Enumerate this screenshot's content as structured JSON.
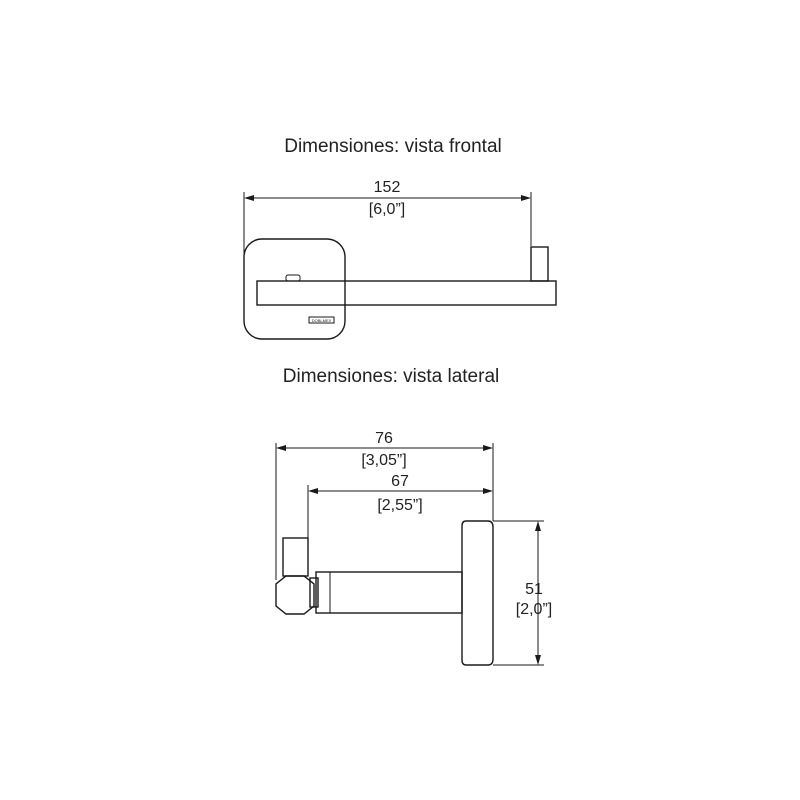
{
  "front_view": {
    "title": "Dimensiones: vista frontal",
    "width_mm": "152",
    "width_in": "[6,0”]",
    "logo_text": "DOBLMEX"
  },
  "side_view": {
    "title": "Dimensiones: vista lateral",
    "depth_mm": "76",
    "depth_in": "[3,05”]",
    "arm_mm": "67",
    "arm_in": "[2,55”]",
    "height_mm": "51",
    "height_in": "[2,0”]"
  }
}
